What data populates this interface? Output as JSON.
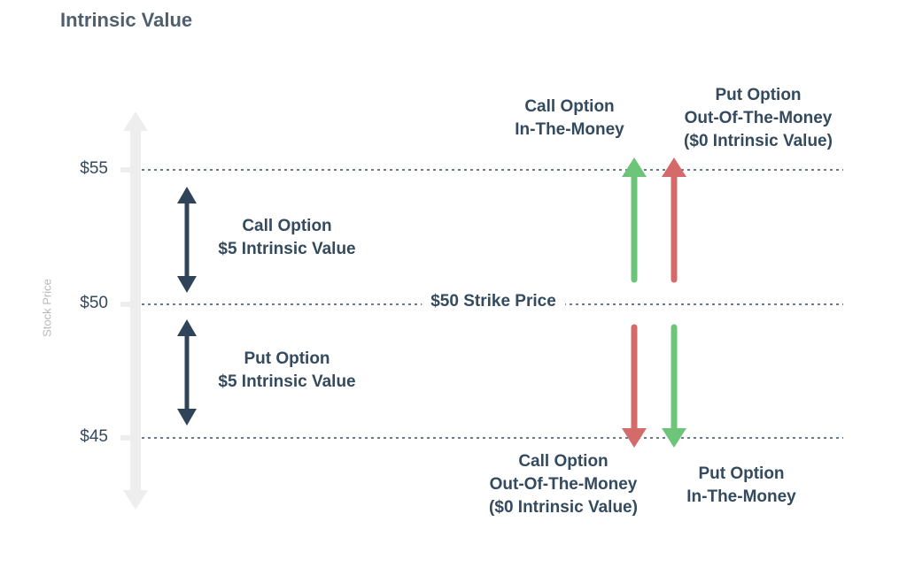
{
  "title": "Intrinsic Value",
  "axis_label": "Stock Price",
  "ticks": {
    "high": "$55",
    "mid": "$50",
    "low": "$45"
  },
  "strike_label": "$50 Strike Price",
  "labels": {
    "call_intrinsic": [
      "Call Option",
      "$5 Intrinsic Value"
    ],
    "put_intrinsic": [
      "Put Option",
      "$5 Intrinsic Value"
    ],
    "call_itm": [
      "Call Option",
      "In-The-Money"
    ],
    "put_otm": [
      "Put Option",
      "Out-Of-The-Money",
      "($0 Intrinsic Value)"
    ],
    "call_otm": [
      "Call Option",
      "Out-Of-The-Money",
      "($0 Intrinsic Value)"
    ],
    "put_itm": [
      "Put Option",
      "In-The-Money"
    ]
  },
  "colors": {
    "green": "#6dc57a",
    "red": "#d56a6a",
    "navy": "#2f4459",
    "axis": "#eeeeee"
  }
}
